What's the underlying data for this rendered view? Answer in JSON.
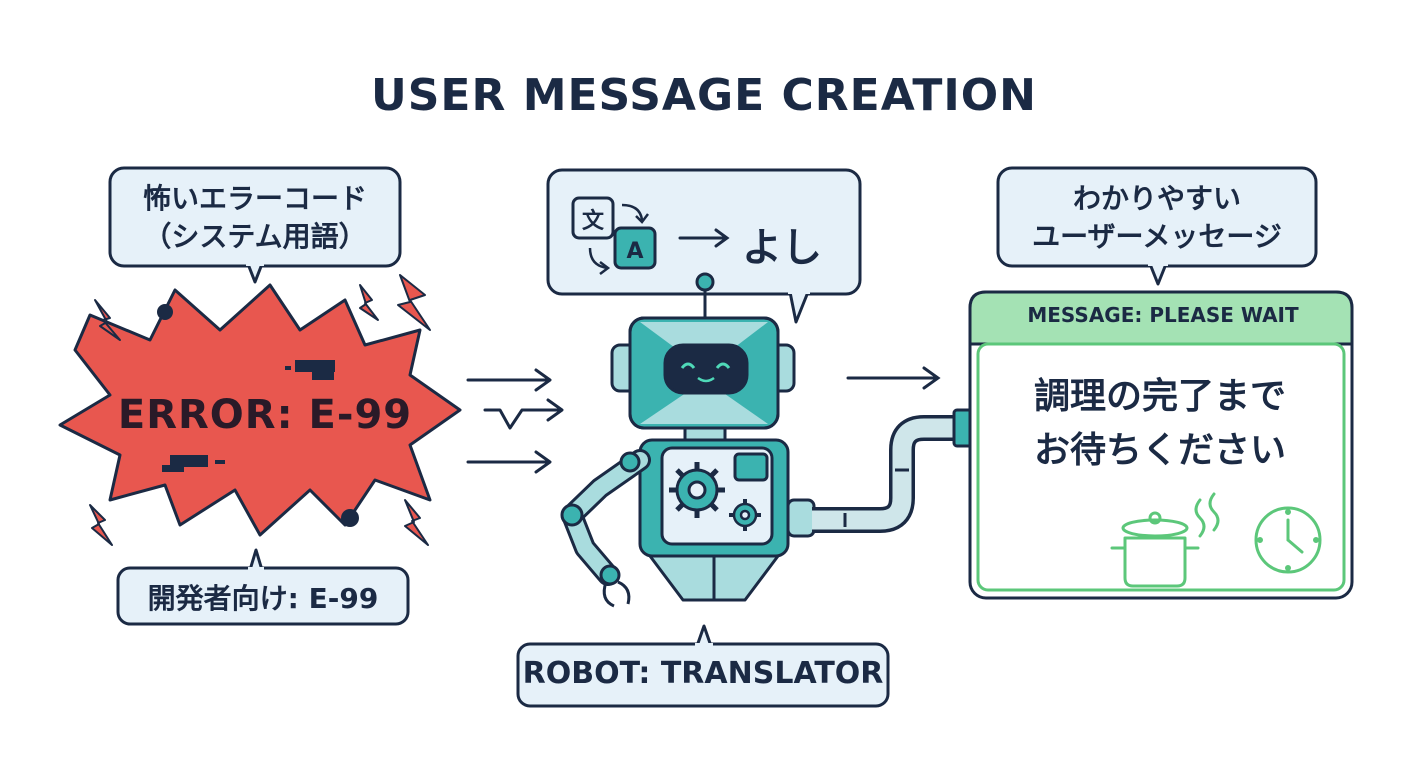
{
  "title": "USER MESSAGE CREATION",
  "left": {
    "top_callout": [
      "怖いエラーコード",
      "（システム用語）"
    ],
    "error_code": "ERROR: E-99",
    "bottom_callout": "開発者向け: E-99"
  },
  "center": {
    "translate_result": "よし",
    "translate_arrow": "→",
    "translate_icon_letters": [
      "文",
      "A"
    ],
    "label": "ROBOT: TRANSLATOR"
  },
  "right": {
    "top_callout": [
      "わかりやすい",
      "ユーザーメッセージ"
    ],
    "window_header": "MESSAGE: PLEASE WAIT",
    "message_lines": [
      "調理の完了まで",
      "お待ちください"
    ]
  },
  "colors": {
    "ink": "#1b2a44",
    "error_red": "#e8574f",
    "robot_teal": "#3bb3b0",
    "message_green": "#5cc77a",
    "callout_fill": "#e6f1f9"
  },
  "icons": [
    "translate-icon",
    "cooking-pot-icon",
    "clock-icon",
    "gear-icon",
    "lightning-icon"
  ]
}
